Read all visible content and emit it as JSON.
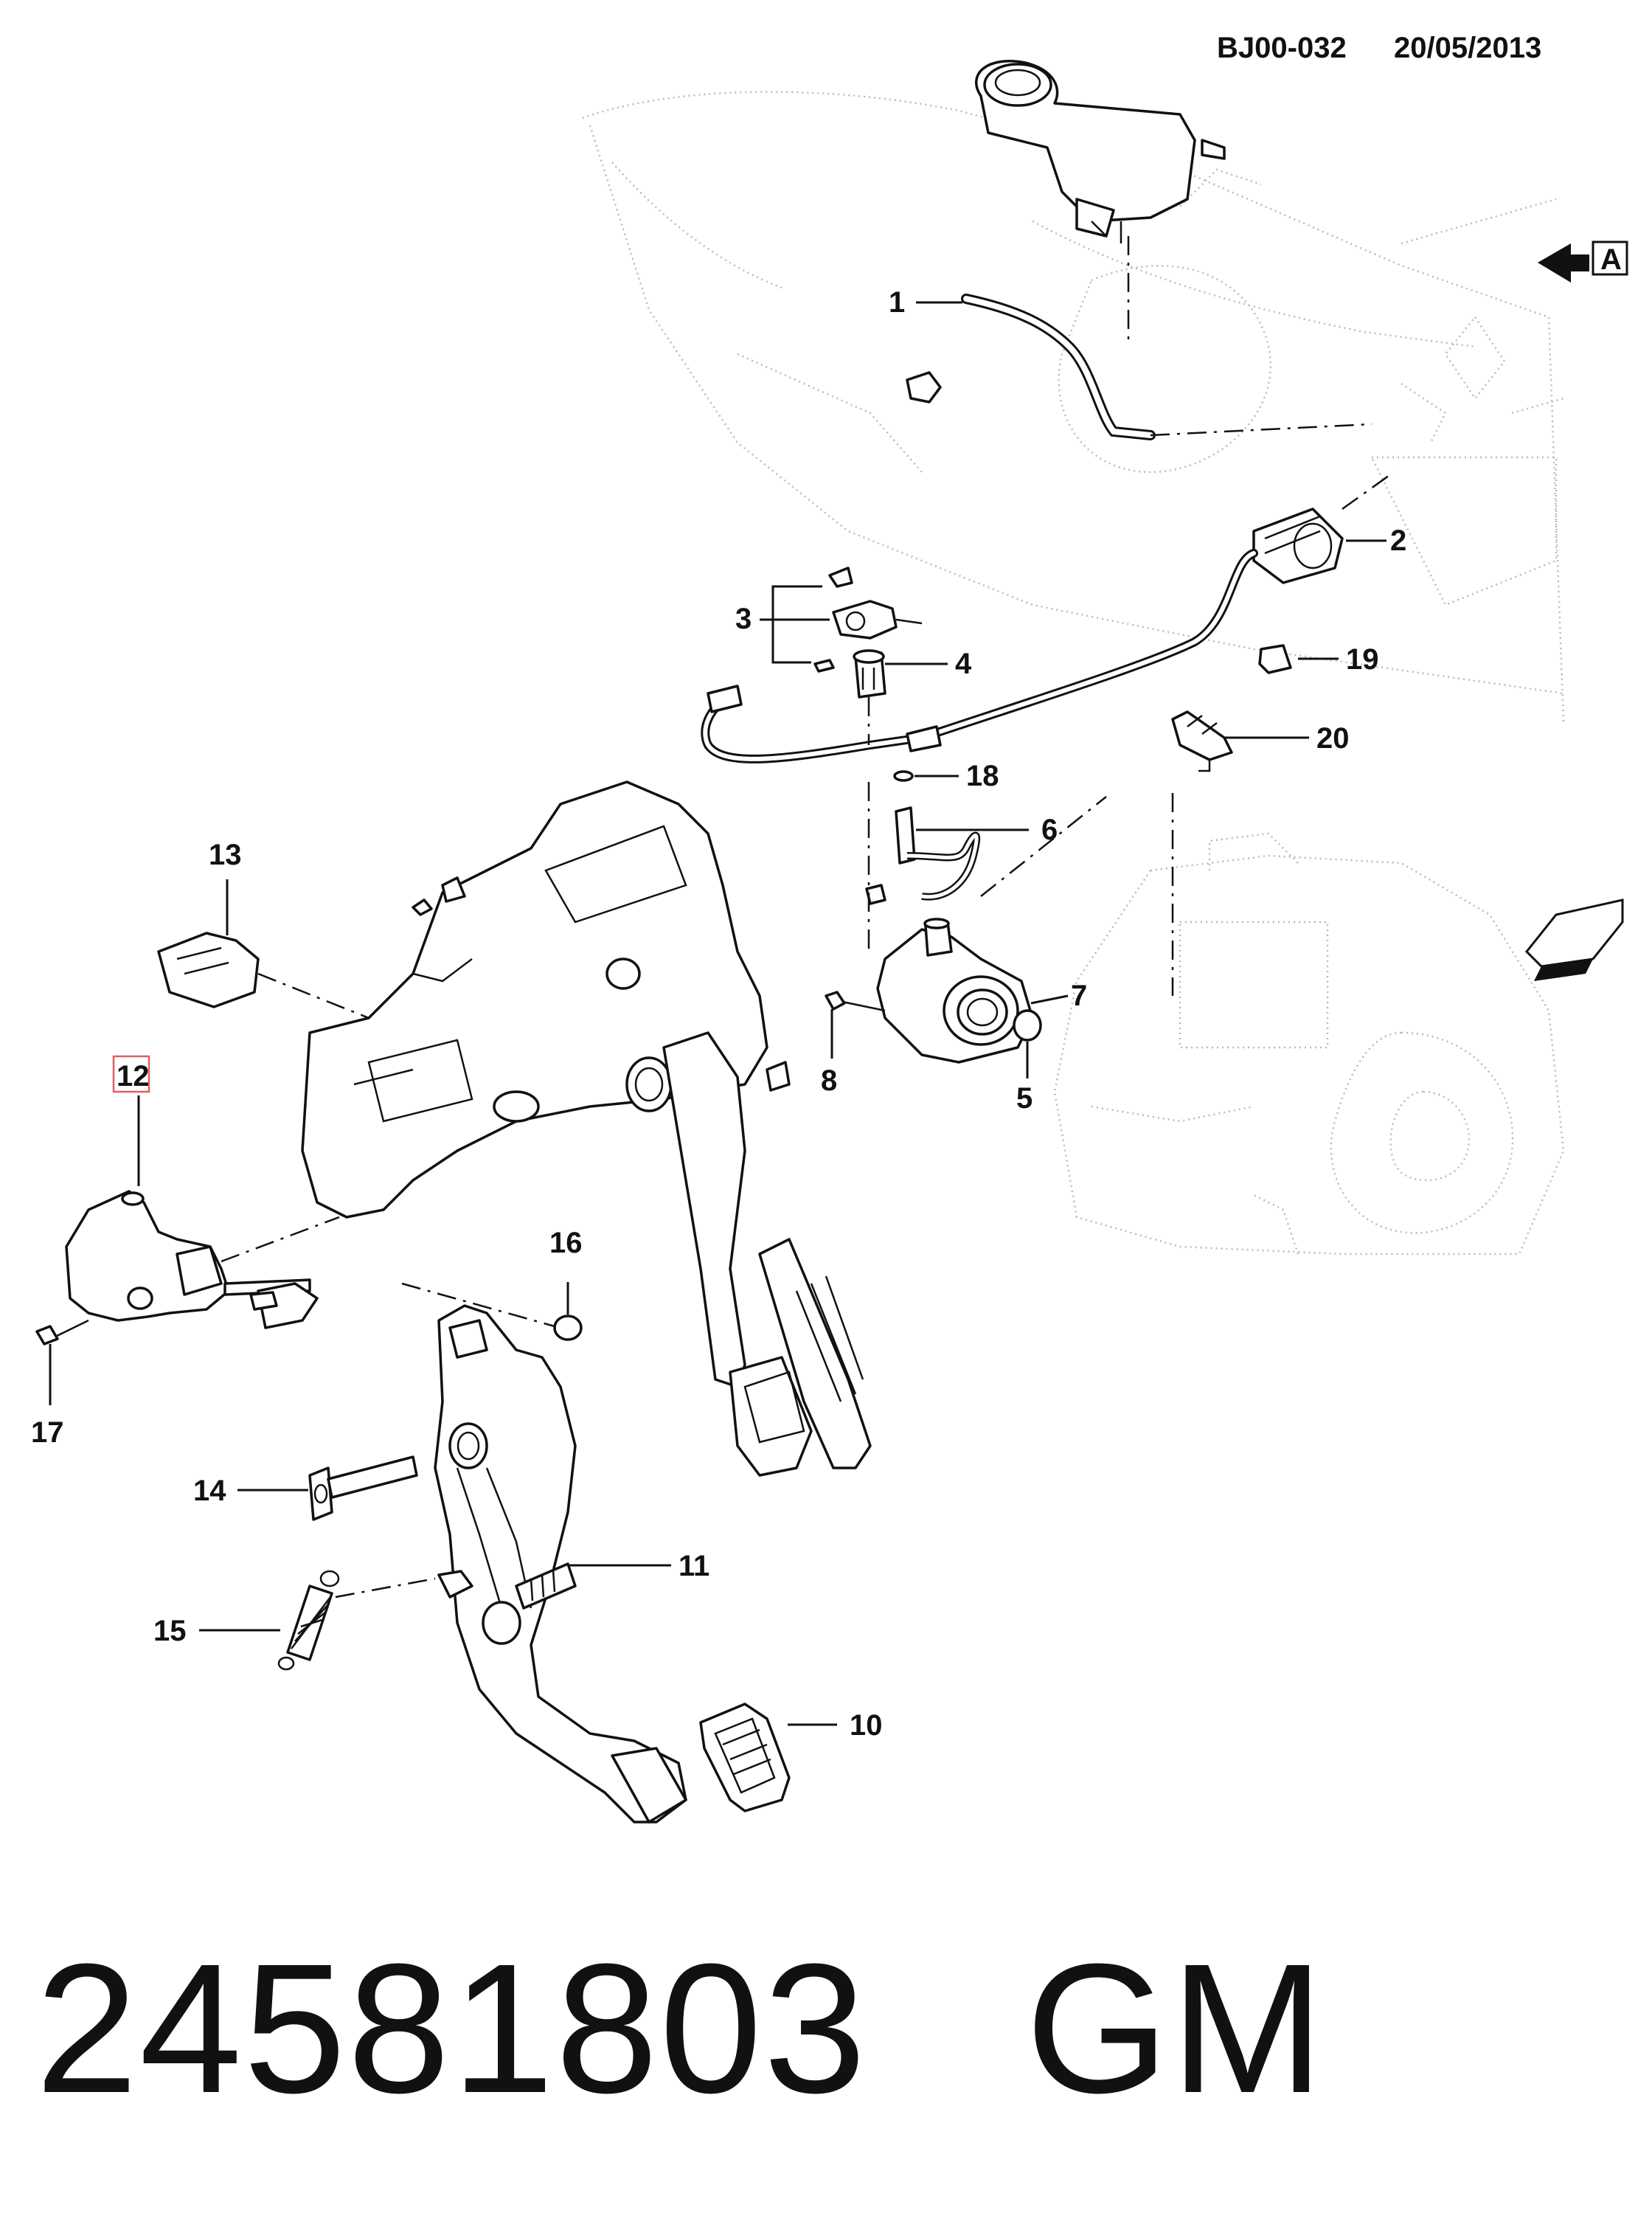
{
  "header": {
    "drawing_code": "BJ00-032",
    "date": "20/05/2013"
  },
  "view_marker": "A",
  "callouts": [
    "1",
    "2",
    "3",
    "4",
    "5",
    "6",
    "7",
    "8",
    "10",
    "11",
    "12",
    "13",
    "14",
    "15",
    "16",
    "17",
    "18",
    "19",
    "20"
  ],
  "highlighted_callout": "12",
  "title": {
    "part_number": "24581803",
    "brand": "GM"
  },
  "colors": {
    "line": "#111111",
    "background_context": "#b9b9b9",
    "highlight_box": "#e06060"
  }
}
